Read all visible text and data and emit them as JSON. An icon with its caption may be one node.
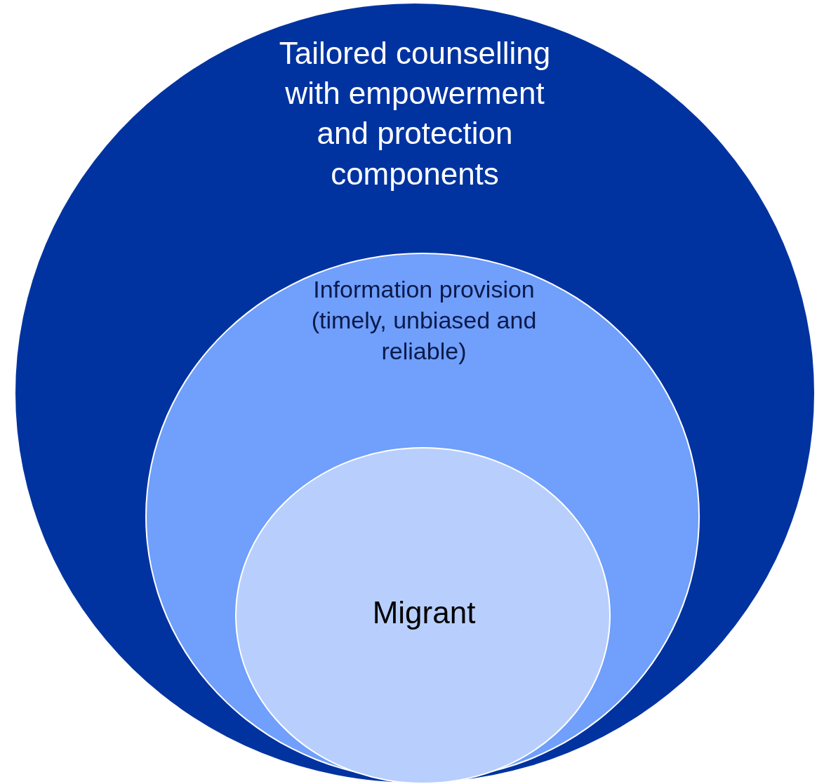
{
  "diagram": {
    "nodes": [
      {
        "text": [
          "Tailored counselling with empowerment and protection components"
        ]
      },
      {
        "text": [
          "Information provision (timely, unbiased and reliable)"
        ],
        "in": 0
      },
      {
        "text": [
          "Migrant"
        ],
        "in": 1
      }
    ]
  }
}
